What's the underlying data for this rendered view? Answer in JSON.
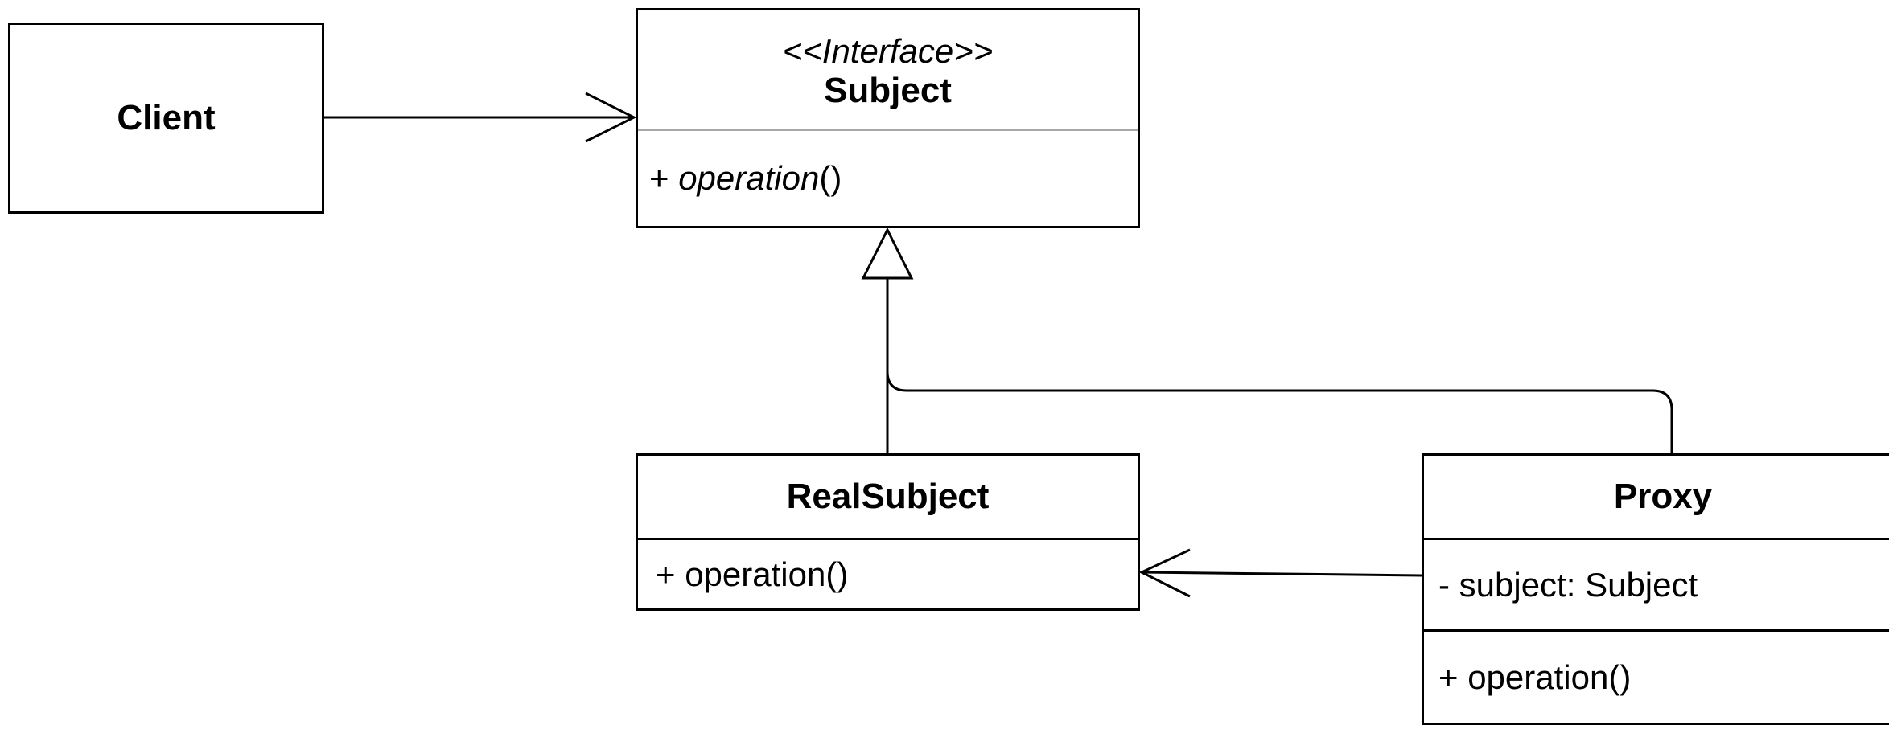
{
  "classes": {
    "client": {
      "name": "Client"
    },
    "subject": {
      "stereotype": "<<Interface>>",
      "name": "Subject",
      "operation_prefix": "+ ",
      "operation_name": "operation",
      "operation_suffix": "()"
    },
    "real_subject": {
      "name": "RealSubject",
      "operation": "+ operation()"
    },
    "proxy": {
      "name": "Proxy",
      "attribute": "- subject: Subject",
      "operation": "+ operation()"
    }
  },
  "relationships": [
    {
      "from": "Client",
      "to": "Subject",
      "kind": "association"
    },
    {
      "from": "RealSubject",
      "to": "Subject",
      "kind": "realization"
    },
    {
      "from": "Proxy",
      "to": "Subject",
      "kind": "realization"
    },
    {
      "from": "Proxy",
      "to": "RealSubject",
      "kind": "association"
    }
  ]
}
